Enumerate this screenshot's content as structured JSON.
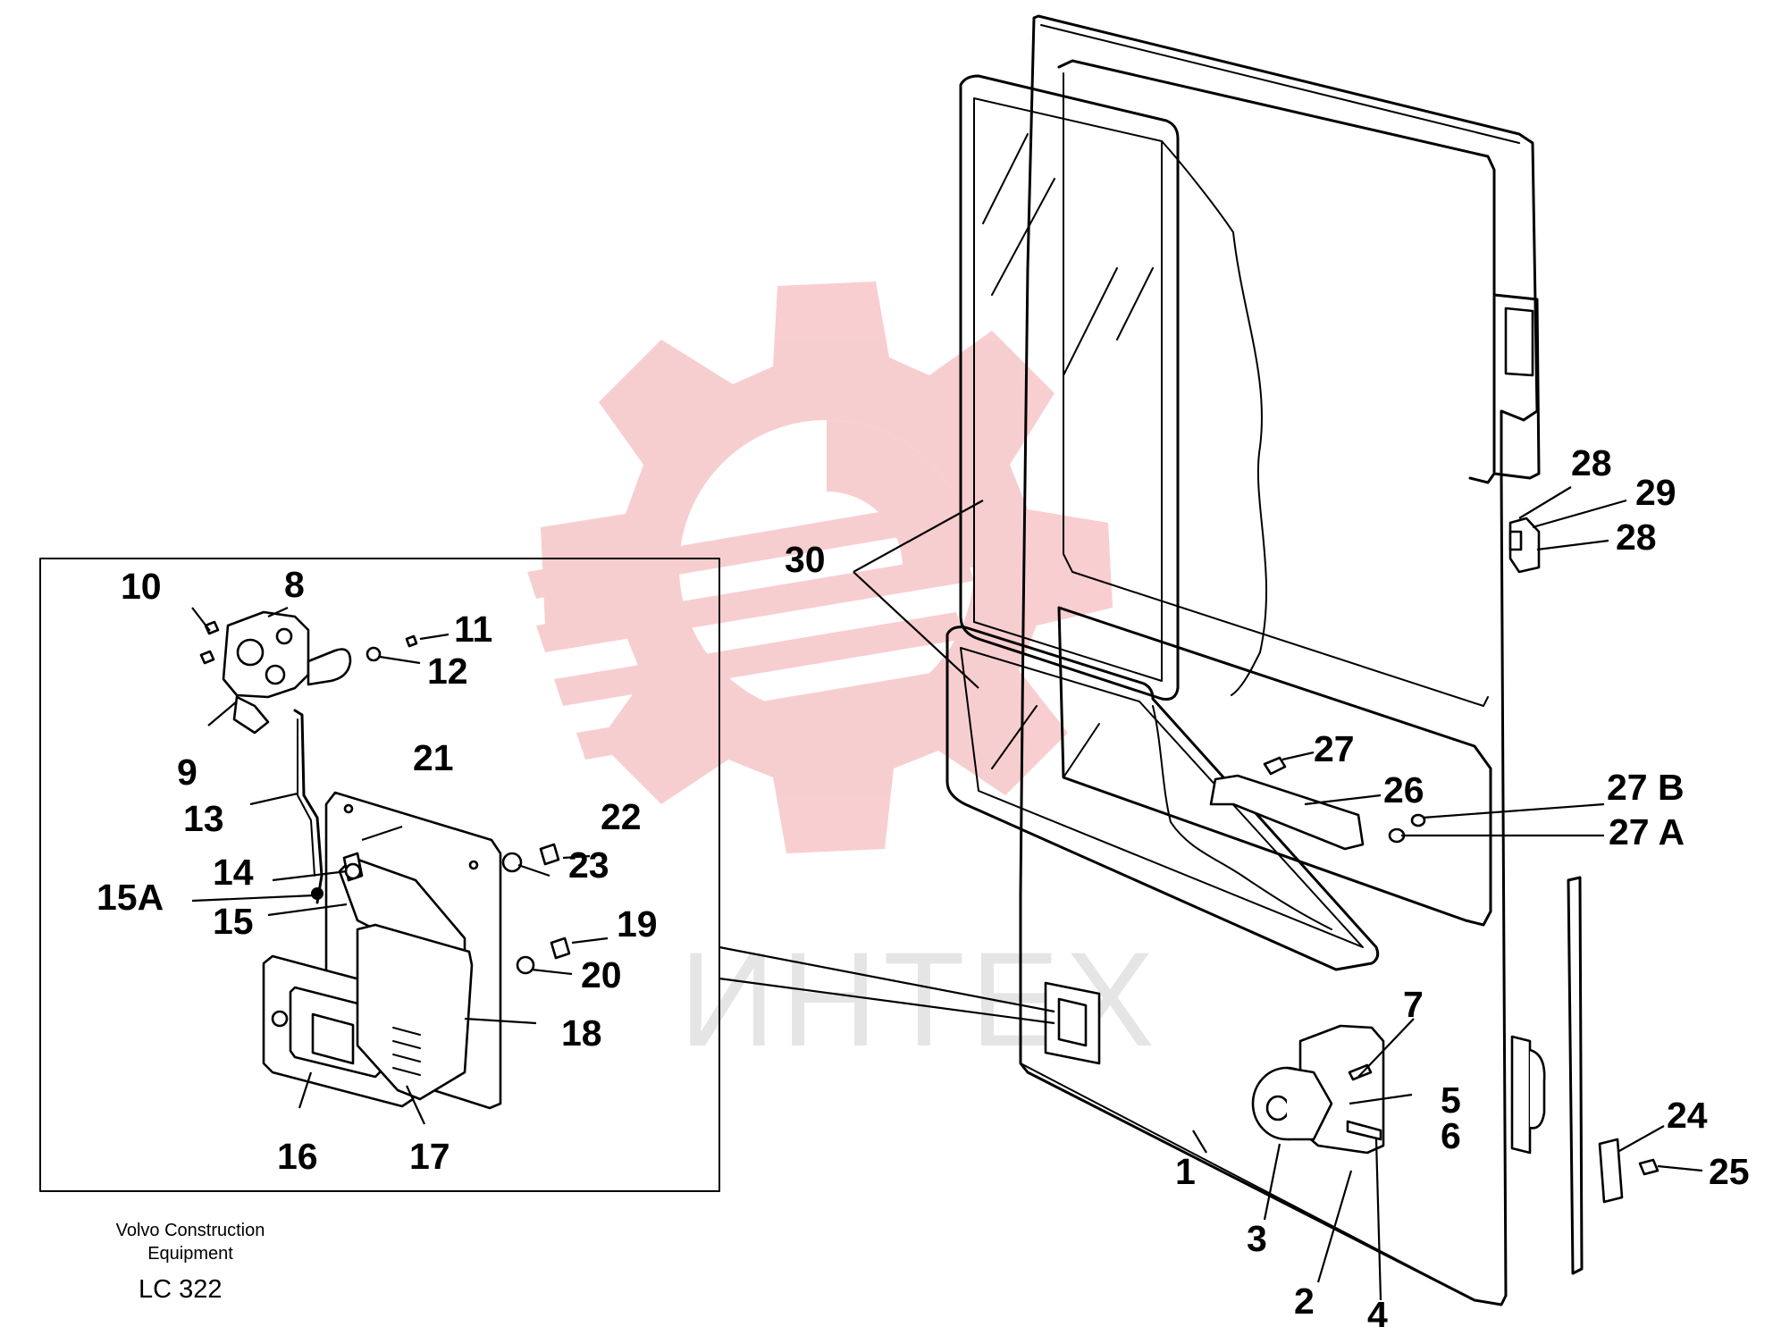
{
  "diagram": {
    "callouts": [
      "1",
      "2",
      "3",
      "4",
      "5",
      "6",
      "7",
      "8",
      "9",
      "10",
      "11",
      "12",
      "13",
      "14",
      "15",
      "15A",
      "16",
      "17",
      "18",
      "19",
      "20",
      "21",
      "22",
      "23",
      "24",
      "25",
      "26",
      "27",
      "27 B",
      "27 A",
      "28",
      "29",
      "28",
      "30"
    ],
    "watermark": {
      "logo_name": "gear-wrench-logo",
      "text": "ИНТЕХ",
      "color": "#f7c9cc"
    }
  },
  "footer": {
    "company_line1": "Volvo Construction",
    "company_line2": "Equipment",
    "code": "LC 322"
  }
}
